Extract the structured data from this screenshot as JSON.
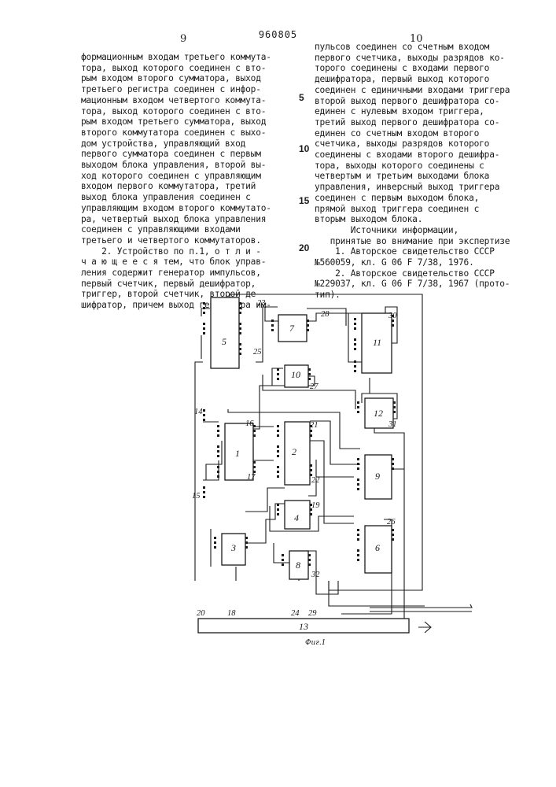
{
  "header": {
    "page_left": "9",
    "patent_number": "960805",
    "page_right": "10"
  },
  "left_column": [
    "формационным входам третьего коммута-",
    "тора, выход которого соединен с вто-",
    "рым входом второго сумматора, выход",
    "третьего регистра соединен с инфор-",
    "мационным входом четвертого коммута-",
    "тора, выход которого соединен с вто-",
    "рым входом третьего сумматора, выход",
    "второго коммутатора соединен с выхо-",
    "дом устройства, управляющий вход",
    "первого сумматора соединен с первым",
    "выходом блока управления, второй вы-",
    "ход которого соединен с управляющим",
    "входом первого коммутатора, третий",
    "выход блока управления соединен с",
    "управляющим входом второго коммутато-",
    "ра, четвертый выход блока управления",
    "соединен с управляющими входами",
    "третьего и четвертого коммутаторов.",
    "    2. Устройство по п.1, о т л и -",
    "ч а ю щ е е с я тем, что блок управ-",
    "ления содержит генератор импульсов,",
    "первый счетчик, первый дешифратор,",
    "триггер, второй счетчик, второй де-",
    "шифратор, причем выход генератора им-"
  ],
  "right_column": [
    "пульсов соединен со счетным входом",
    "первого счетчика, выходы разрядов ко-",
    "торого соединены с входами первого",
    "дешифратора, первый выход которого",
    "соединен с единичными входами триггера",
    "второй выход первого дешифратора со-",
    "единен с нулевым входом триггера,",
    "третий выход первого дешифратора со-",
    "единен со счетным входом второго",
    "счетчика, выходы разрядов которого",
    "соединены с входами второго дешифра-",
    "тора, выходы которого соединены с",
    "четвертым и третьим выходами блока",
    "управления, инверсный выход триггера",
    "соединен с первым выходом блока,",
    "прямой выход триггера соединен с",
    "вторым выходом блока.",
    "       Источники информации,",
    "   принятые во внимание при экспертизе",
    "    1. Авторское свидетельство СССР",
    "№560059, кл. G 06 F 7/38, 1976.",
    "    2. Авторское свидетельство СССР",
    "№229037, кл. G 06 F 7/38, 1967 (прото-",
    "тип)."
  ],
  "line_numbers": [
    "5",
    "10",
    "15",
    "20"
  ],
  "diagram": {
    "blocks": [
      "1",
      "2",
      "3",
      "4",
      "5",
      "6",
      "7",
      "8",
      "9",
      "10",
      "11",
      "12",
      "13"
    ],
    "signal_numbers": [
      "14",
      "15",
      "16",
      "17",
      "18",
      "19",
      "20",
      "21",
      "22",
      "23",
      "24",
      "25",
      "26",
      "27",
      "28",
      "29",
      "30",
      "31",
      "32"
    ],
    "caption": "Фиг.1"
  }
}
